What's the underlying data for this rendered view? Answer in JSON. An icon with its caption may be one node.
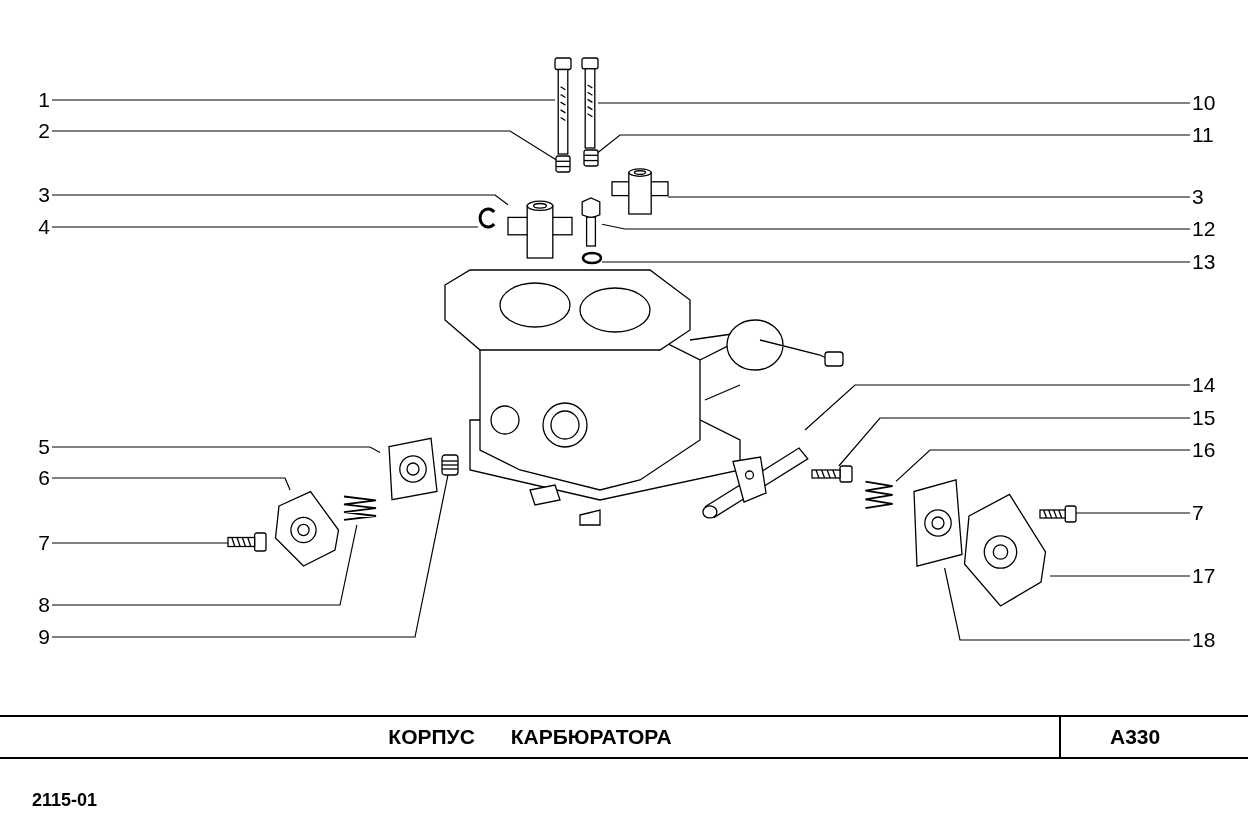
{
  "diagram": {
    "title": "КОРПУС КАРБЮРАТОРА",
    "nodes": [
      {
        "text": [
          "1"
        ]
      },
      {
        "text": [
          "2"
        ]
      },
      {
        "text": [
          "3"
        ]
      },
      {
        "text": [
          "4"
        ]
      },
      {
        "text": [
          "5"
        ]
      },
      {
        "text": [
          "6"
        ]
      },
      {
        "text": [
          "7"
        ]
      },
      {
        "text": [
          "8"
        ]
      },
      {
        "text": [
          "9"
        ]
      },
      {
        "text": [
          "10"
        ]
      },
      {
        "text": [
          "11"
        ]
      },
      {
        "text": [
          "3"
        ]
      },
      {
        "text": [
          "12"
        ]
      },
      {
        "text": [
          "13"
        ]
      },
      {
        "text": [
          "14"
        ]
      },
      {
        "text": [
          "15"
        ]
      },
      {
        "text": [
          "16"
        ]
      },
      {
        "text": [
          "7"
        ]
      },
      {
        "text": [
          "17"
        ]
      },
      {
        "text": [
          "18"
        ]
      },
      {
        "text": [],
        "shape": "screw"
      },
      {
        "text": [],
        "shape": "cover"
      },
      {
        "text": [],
        "shape": "spring"
      },
      {
        "text": [],
        "shape": "plate"
      },
      {
        "text": [],
        "shape": "plug"
      },
      {
        "text": [],
        "shape": "clip"
      },
      {
        "text": [],
        "shape": "fitting"
      },
      {
        "text": [],
        "shape": "screw"
      },
      {
        "text": [],
        "shape": "nut"
      },
      {
        "text": [],
        "shape": "bolt"
      },
      {
        "text": [],
        "shape": "washer"
      },
      {
        "text": [],
        "shape": "screw"
      },
      {
        "text": [],
        "shape": "nut"
      },
      {
        "text": [],
        "shape": "fitting"
      },
      {
        "text": [],
        "shape": "tube"
      },
      {
        "text": [],
        "shape": "screw"
      },
      {
        "text": [],
        "shape": "spring"
      },
      {
        "text": [],
        "shape": "plate"
      },
      {
        "text": [],
        "shape": "cover"
      },
      {
        "text": [],
        "shape": "screw"
      }
    ],
    "edges": [
      {
        "from": 0,
        "to": 27,
        "arrow": "none"
      },
      {
        "from": 1,
        "to": 28,
        "arrow": "none"
      },
      {
        "from": 2,
        "to": 26,
        "arrow": "none"
      },
      {
        "from": 3,
        "to": 25,
        "arrow": "none"
      },
      {
        "from": 4,
        "to": 23,
        "arrow": "none"
      },
      {
        "from": 5,
        "to": 21,
        "arrow": "none"
      },
      {
        "from": 6,
        "to": 20,
        "arrow": "none"
      },
      {
        "from": 7,
        "to": 22,
        "arrow": "none"
      },
      {
        "from": 8,
        "to": 24,
        "arrow": "none"
      },
      {
        "from": 9,
        "to": 31,
        "arrow": "none"
      },
      {
        "from": 10,
        "to": 32,
        "arrow": "none"
      },
      {
        "from": 11,
        "to": 33,
        "arrow": "none"
      },
      {
        "from": 12,
        "to": 29,
        "arrow": "none"
      },
      {
        "from": 13,
        "to": 30,
        "arrow": "none"
      },
      {
        "from": 14,
        "to": 34,
        "arrow": "none"
      },
      {
        "from": 15,
        "to": 35,
        "arrow": "none"
      },
      {
        "from": 16,
        "to": 36,
        "arrow": "none"
      },
      {
        "from": 17,
        "to": 39,
        "arrow": "none"
      },
      {
        "from": 18,
        "to": 38,
        "arrow": "none"
      },
      {
        "from": 19,
        "to": 37,
        "arrow": "none"
      }
    ],
    "labels": [
      "А330",
      "2115-01"
    ]
  }
}
